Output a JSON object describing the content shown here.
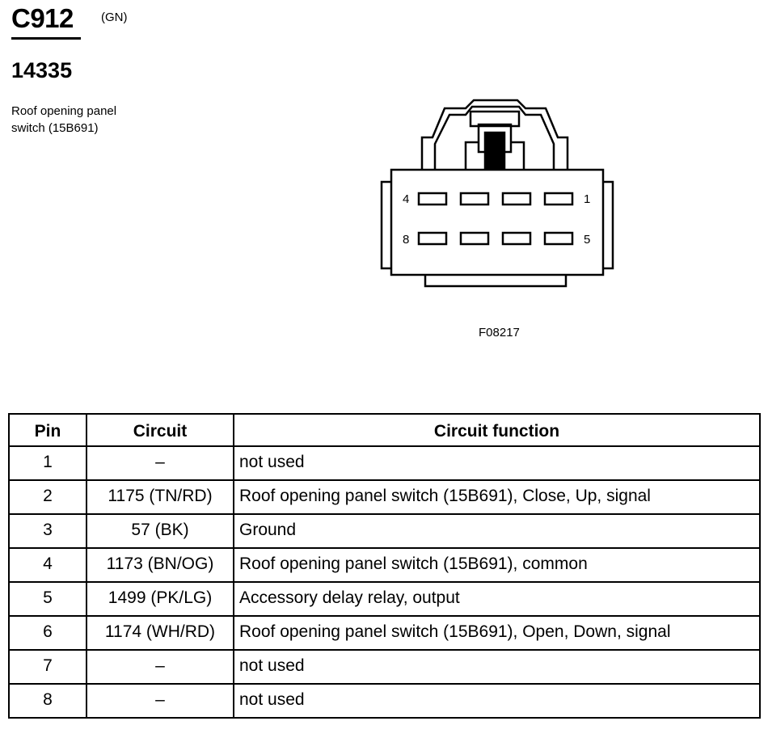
{
  "header": {
    "connector_id": "C912",
    "color_code": "(GN)",
    "part_number": "14335",
    "component_line1": "Roof opening panel",
    "component_line2": "switch (15B691)"
  },
  "diagram": {
    "pin_labels": {
      "top_left": "4",
      "top_right": "1",
      "bottom_left": "8",
      "bottom_right": "5"
    },
    "figure_id": "F08217"
  },
  "table": {
    "columns": [
      "Pin",
      "Circuit",
      "Circuit function"
    ],
    "rows": [
      {
        "pin": "1",
        "circuit": "–",
        "function": "not used"
      },
      {
        "pin": "2",
        "circuit": "1175 (TN/RD)",
        "function": "Roof opening panel switch (15B691), Close, Up, signal"
      },
      {
        "pin": "3",
        "circuit": "57 (BK)",
        "function": "Ground"
      },
      {
        "pin": "4",
        "circuit": "1173 (BN/OG)",
        "function": "Roof opening panel switch (15B691), common"
      },
      {
        "pin": "5",
        "circuit": "1499 (PK/LG)",
        "function": "Accessory delay relay, output"
      },
      {
        "pin": "6",
        "circuit": "1174 (WH/RD)",
        "function": "Roof opening panel switch (15B691), Open, Down, signal"
      },
      {
        "pin": "7",
        "circuit": "–",
        "function": "not used"
      },
      {
        "pin": "8",
        "circuit": "–",
        "function": "not used"
      }
    ]
  }
}
